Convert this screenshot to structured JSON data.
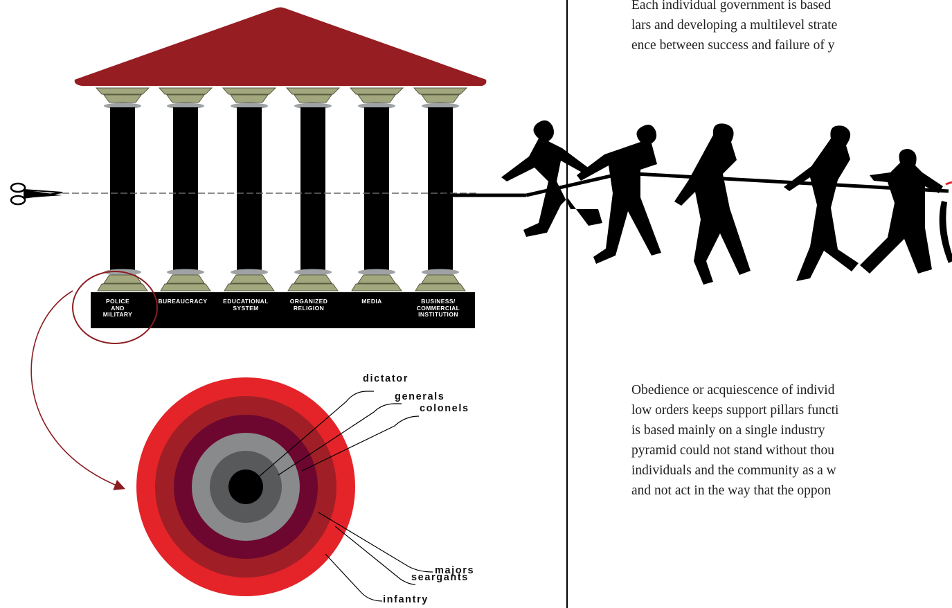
{
  "paragraphs": {
    "top": [
      "Each individual government is based",
      "lars and developing a multilevel  strate",
      "ence between success and failure of  y"
    ],
    "bottom": [
      "Obedience or acquiescence of individ",
      "low orders keeps support pillars functi",
      "is based mainly on a single industry",
      "pyramid could not stand without thou",
      "individuals and the community as a w",
      "and not act in the way that the oppon"
    ]
  },
  "pillars": [
    {
      "line1": "POLICE",
      "line2": "AND",
      "line3": "MILITARY"
    },
    {
      "line1": "BUREAUCRACY",
      "line2": "",
      "line3": ""
    },
    {
      "line1": "EDUCATIONAL",
      "line2": "SYSTEM",
      "line3": ""
    },
    {
      "line1": "ORGANIZED",
      "line2": "RELIGION",
      "line3": ""
    },
    {
      "line1": "MEDIA",
      "line2": "",
      "line3": ""
    },
    {
      "line1": "BUSINESS/",
      "line2": "COMMERCIAL",
      "line3": "INSTITUTION"
    }
  ],
  "rings": [
    "dictator",
    "generals",
    "colonels",
    "majors",
    "seargants",
    "infantry"
  ],
  "colors": {
    "roof": "#961d21",
    "capital": "#a3a77e",
    "collar": "#9fa2a4",
    "ring_outer": "#e42429",
    "ring_2": "#a01f26",
    "ring_3": "#6d0730",
    "ring_4": "#898a8c",
    "ring_5": "#58595b",
    "ring_core": "#000000",
    "arrow": "#8b1c20"
  }
}
